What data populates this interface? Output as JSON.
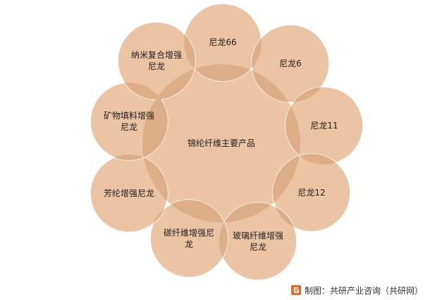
{
  "diagram": {
    "center": "锦纶纤维主要产品",
    "nodes": [
      {
        "lines": [
          "尼龙66"
        ]
      },
      {
        "lines": [
          "尼龙6"
        ]
      },
      {
        "lines": [
          "尼龙11"
        ]
      },
      {
        "lines": [
          "尼龙12"
        ]
      },
      {
        "lines": [
          "玻璃纤维增强",
          "尼龙"
        ]
      },
      {
        "lines": [
          "碳纤维增强尼",
          "龙"
        ]
      },
      {
        "lines": [
          "芳纶增强尼龙"
        ]
      },
      {
        "lines": [
          "矿物填料增强",
          "尼龙"
        ]
      },
      {
        "lines": [
          "纳米复合增强",
          "尼龙"
        ]
      }
    ],
    "colors": {
      "fill": "#ebc4a4",
      "overlap": "#deae86",
      "stroke": "#ffffff"
    }
  },
  "footer": {
    "text": "制图：共研产业咨询（共研网）",
    "icon": "gonyn-logo-icon"
  }
}
